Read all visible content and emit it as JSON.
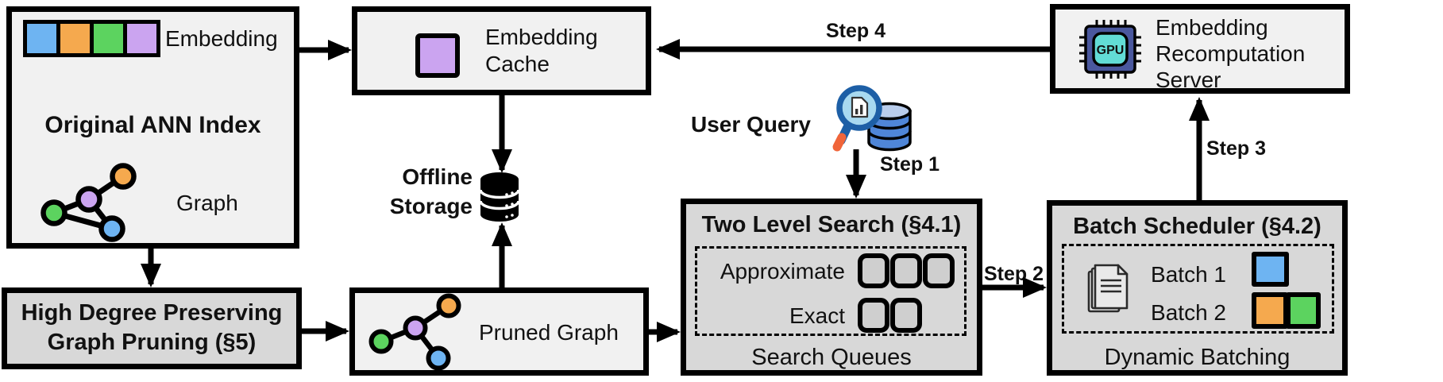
{
  "colors": {
    "light_box": "#f1f1f1",
    "dark_box": "#d8d8d8",
    "blue": "#6eb4f2",
    "orange": "#f5a94e",
    "green": "#5cd35f",
    "purple": "#cba4f0",
    "queue_fill": "#cfcfcf",
    "gpu_body": "#4a589e",
    "gpu_inner": "#62dcd6"
  },
  "ann_index": {
    "embedding_label": "Embedding",
    "title": "Original ANN Index",
    "graph_label": "Graph"
  },
  "pruning": {
    "line1": "High Degree Preserving",
    "line2": "Graph Pruning (§5)"
  },
  "cache": {
    "line1": "Embedding",
    "line2": "Cache"
  },
  "storage": {
    "line1": "Offline",
    "line2": "Storage"
  },
  "server": {
    "line1": "Embedding",
    "line2": "Recomputation",
    "line3": "Server"
  },
  "pruned_graph": {
    "label": "Pruned Graph"
  },
  "user_query": {
    "label": "User Query"
  },
  "search": {
    "title": "Two Level Search (§4.1)",
    "approximate_label": "Approximate",
    "exact_label": "Exact",
    "footer": "Search Queues"
  },
  "scheduler": {
    "title": "Batch Scheduler (§4.2)",
    "batch1_label": "Batch 1",
    "batch2_label": "Batch 2",
    "footer": "Dynamic Batching"
  },
  "steps": {
    "step1": "Step 1",
    "step2": "Step 2",
    "step3": "Step 3",
    "step4": "Step 4"
  },
  "icons": {
    "gpu_label": "GPU"
  }
}
